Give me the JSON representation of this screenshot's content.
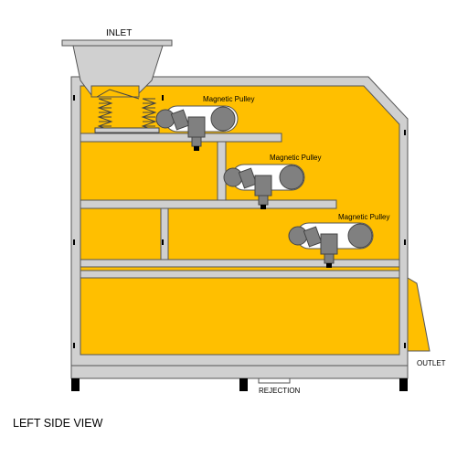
{
  "labels": {
    "inlet": "INLET",
    "outlet": "OUTLET",
    "rejection": "REJECTION",
    "magnetic_pulley": [
      "Magnetic Pulley",
      "Magnetic Pulley",
      "Magnetic Pulley"
    ],
    "view_caption": "LEFT SIDE VIEW"
  },
  "colors": {
    "cabinet_fill": "#ffbf00",
    "frame": "#d0d0d0",
    "outline": "#555555",
    "motor": "#808080",
    "belt": "#ffffff",
    "legs": "#000000"
  }
}
